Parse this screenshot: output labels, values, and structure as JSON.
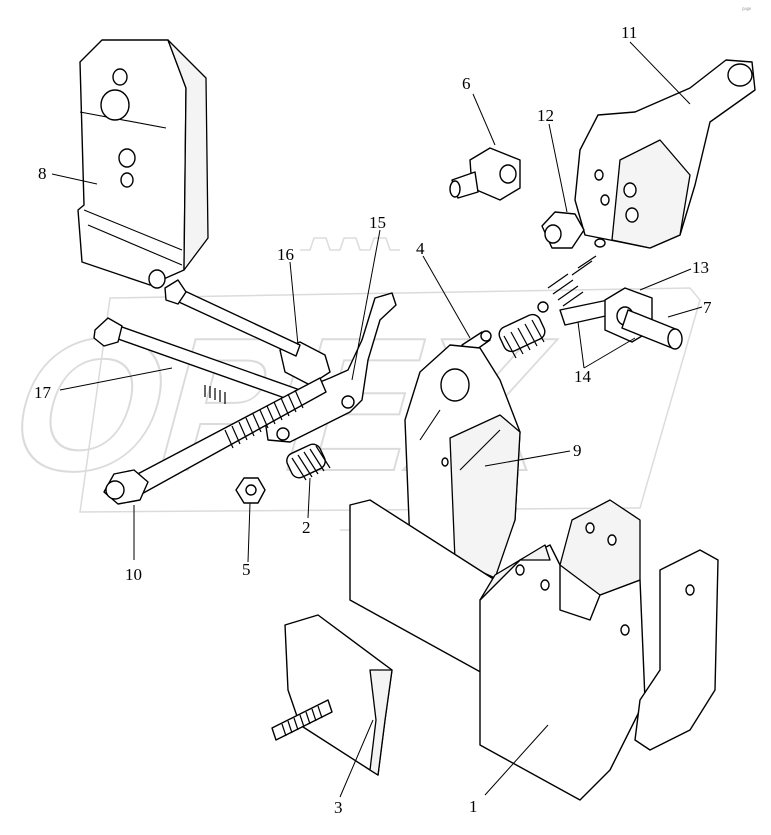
{
  "diagram": {
    "corner_mark": "ᵖᵃᵍᵉ",
    "watermark": "OPEX",
    "callouts": [
      {
        "id": "c1",
        "label": "1"
      },
      {
        "id": "c2",
        "label": "2"
      },
      {
        "id": "c3",
        "label": "3"
      },
      {
        "id": "c4",
        "label": "4"
      },
      {
        "id": "c5",
        "label": "5"
      },
      {
        "id": "c6",
        "label": "6"
      },
      {
        "id": "c7",
        "label": "7"
      },
      {
        "id": "c8",
        "label": "8"
      },
      {
        "id": "c9",
        "label": "9"
      },
      {
        "id": "c10",
        "label": "10"
      },
      {
        "id": "c11",
        "label": "11"
      },
      {
        "id": "c12",
        "label": "12"
      },
      {
        "id": "c13",
        "label": "13"
      },
      {
        "id": "c14",
        "label": "14"
      },
      {
        "id": "c15",
        "label": "15"
      },
      {
        "id": "c16",
        "label": "16"
      },
      {
        "id": "c17",
        "label": "17"
      }
    ]
  }
}
